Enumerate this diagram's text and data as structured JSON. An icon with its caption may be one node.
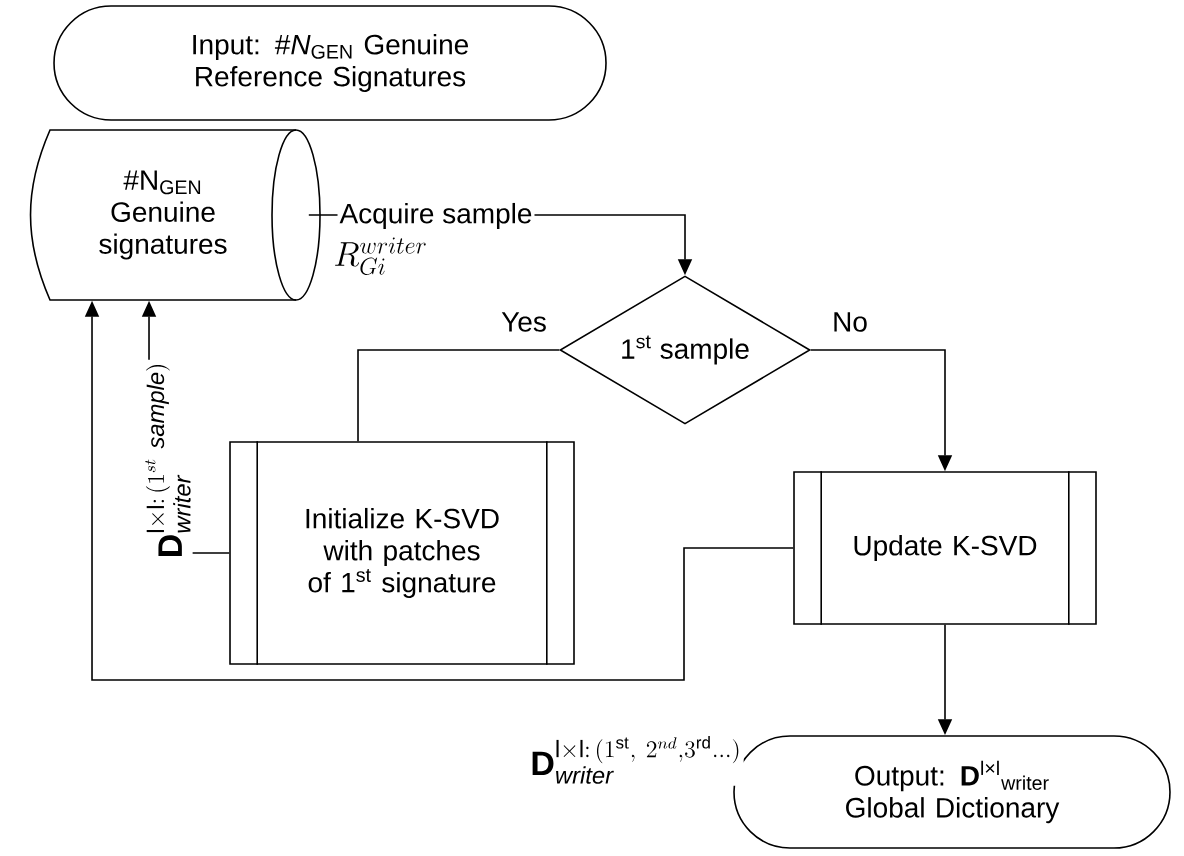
{
  "diagram": {
    "nodes": [
      {
        "text": [
          "Input: #*N*$_{GEN}$ Genuine Reference Signatures"
        ]
      },
      {
        "text": [
          "#N$_{GEN}$ Genuine signatures"
        ],
        "beside": [
          "R_{Gi}^{writer}"
        ]
      },
      {
        "text": [
          "1$^{st}$ sample"
        ]
      },
      {
        "text": [
          "Initialize K-SVD with patches of 1$^{st}$ signature"
        ]
      },
      {
        "text": [
          "Update K-SVD"
        ]
      },
      {
        "text": [
          "Output: **D**$^{l×l}$$_{writer}$",
          "Global Dictionary"
        ]
      }
    ],
    "edges": [
      {
        "from": 1,
        "to": 2,
        "arrow": "to",
        "label": "Acquire sample"
      },
      {
        "from": 2,
        "to": 3,
        "arrow": "none",
        "label": "Yes"
      },
      {
        "from": 2,
        "to": 4,
        "arrow": "to",
        "label": "No"
      },
      {
        "from": 3,
        "to": 1,
        "arrow": "to",
        "label": "\\mathbf{D}^{\\mathrm{l\\times l}:\\,(1^{st}\\ \\mathit{sample})}_{\\mathit{writer}}"
      },
      {
        "from": 4,
        "to": 1,
        "arrow": "to",
        "label": "\\mathbf{D}^{\\mathrm{l\\times l}:\\,(1^{\\mathrm{st}},\\ 2^{nd},3^{\\mathrm{rd}}...)}_{\\mathit{writer}}"
      },
      {
        "from": 4,
        "to": 5,
        "arrow": "to"
      }
    ]
  }
}
